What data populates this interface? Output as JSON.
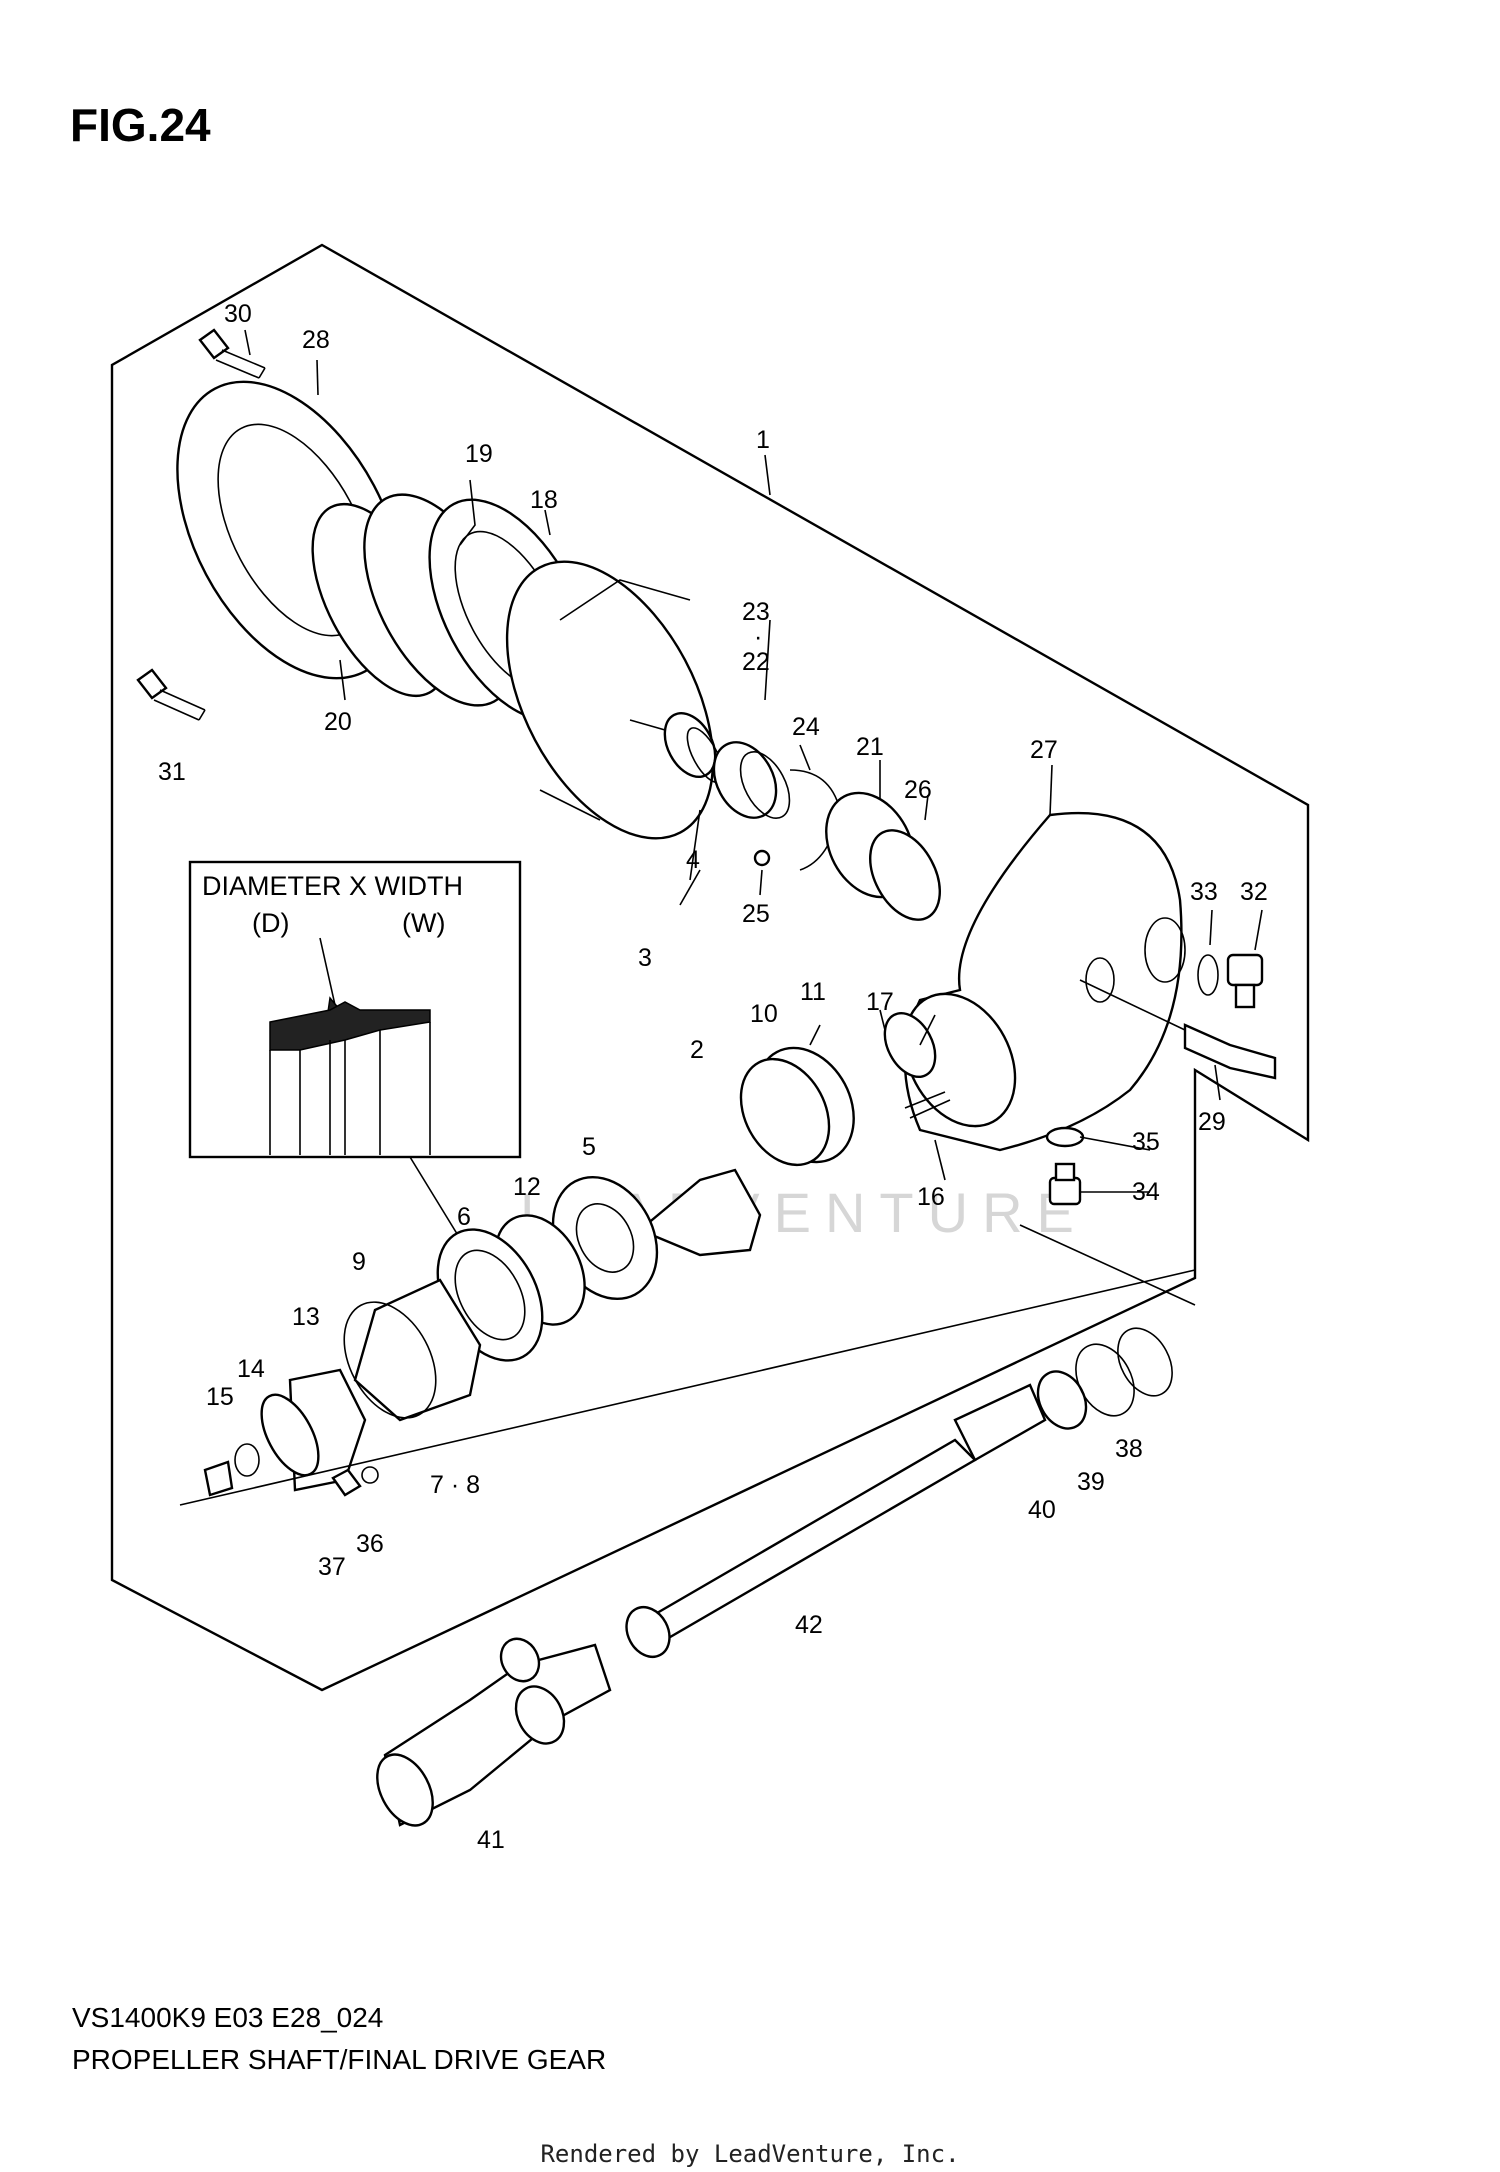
{
  "figure": {
    "title": "FIG.24"
  },
  "inset": {
    "heading": "DIAMETER X WIDTH",
    "label_d": "(D)",
    "label_w": "(W)"
  },
  "callouts": [
    "1",
    "2",
    "3",
    "4",
    "5",
    "6",
    "7 · 8",
    "9",
    "10",
    "11",
    "12",
    "13",
    "14",
    "15",
    "16",
    "17",
    "18",
    "19",
    "20",
    "21",
    "22",
    "23",
    "·",
    "24",
    "25",
    "26",
    "27",
    "28",
    "29",
    "30",
    "31",
    "32",
    "33",
    "34",
    "35",
    "36",
    "37",
    "38",
    "39",
    "40",
    "41",
    "42"
  ],
  "footer": {
    "model_code": "VS1400K9 E03 E28_024",
    "diagram_name": "PROPELLER SHAFT/FINAL DRIVE GEAR"
  },
  "watermark": "LEADVENTURE",
  "credit": "Rendered by LeadVenture, Inc."
}
